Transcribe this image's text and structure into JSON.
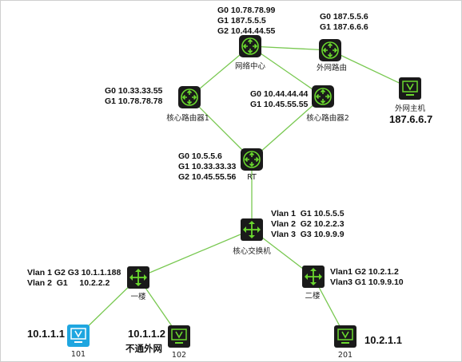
{
  "colors": {
    "router_fill": "#1a1a1a",
    "router_accent": "#6ad82e",
    "host_fill": "#1a1a1a",
    "host_selected": "#1fa6e0",
    "link": "#78c850"
  },
  "nodes": {
    "net_center": {
      "label": "网络中心",
      "icon": "router-icon",
      "cfg": [
        "G0 10.78.78.99",
        "G1 187.5.5.5",
        "G2 10.44.44.55"
      ]
    },
    "ext_router": {
      "label": "外网路由",
      "icon": "router-icon",
      "cfg": [
        "G0 187.5.5.6",
        "G1 187.6.6.6"
      ]
    },
    "ext_host": {
      "label": "外网主机",
      "icon": "host-icon",
      "ip": "187.6.6.7"
    },
    "core1": {
      "label": "核心路由器1",
      "icon": "router-icon",
      "cfg": [
        "G0 10.33.33.55",
        "G1 10.78.78.78"
      ]
    },
    "core2": {
      "label": "核心路由器2",
      "icon": "router-icon",
      "cfg": [
        "G0 10.44.44.44",
        "G1 10.45.55.55"
      ]
    },
    "rt": {
      "label": "RT",
      "icon": "router-icon",
      "cfg": [
        "G0 10.5.5.6",
        "G1 10.33.33.33",
        "G2 10.45.55.56"
      ]
    },
    "core_switch": {
      "label": "核心交换机",
      "icon": "switch-icon",
      "cfg": [
        "Vlan 1  G1 10.5.5.5",
        "Vlan 2  G2 10.2.2.3",
        "Vlan 3  G3 10.9.9.9"
      ]
    },
    "floor1": {
      "label": "一楼",
      "icon": "switch-icon",
      "cfg": [
        "Vlan 1 G2 G3 10.1.1.188",
        "Vlan 2  G1     10.2.2.2"
      ]
    },
    "floor2": {
      "label": "二楼",
      "icon": "switch-icon",
      "cfg": [
        "Vlan1 G2 10.2.1.2",
        "Vlan3 G1 10.9.9.10"
      ]
    },
    "pc101": {
      "label": "101",
      "icon": "host-icon",
      "ip": "10.1.1.1"
    },
    "pc102": {
      "label": "102",
      "icon": "host-icon",
      "ip": "10.1.1.2",
      "note": "不通外网"
    },
    "pc201": {
      "label": "201",
      "icon": "host-icon",
      "ip": "10.2.1.1"
    }
  }
}
